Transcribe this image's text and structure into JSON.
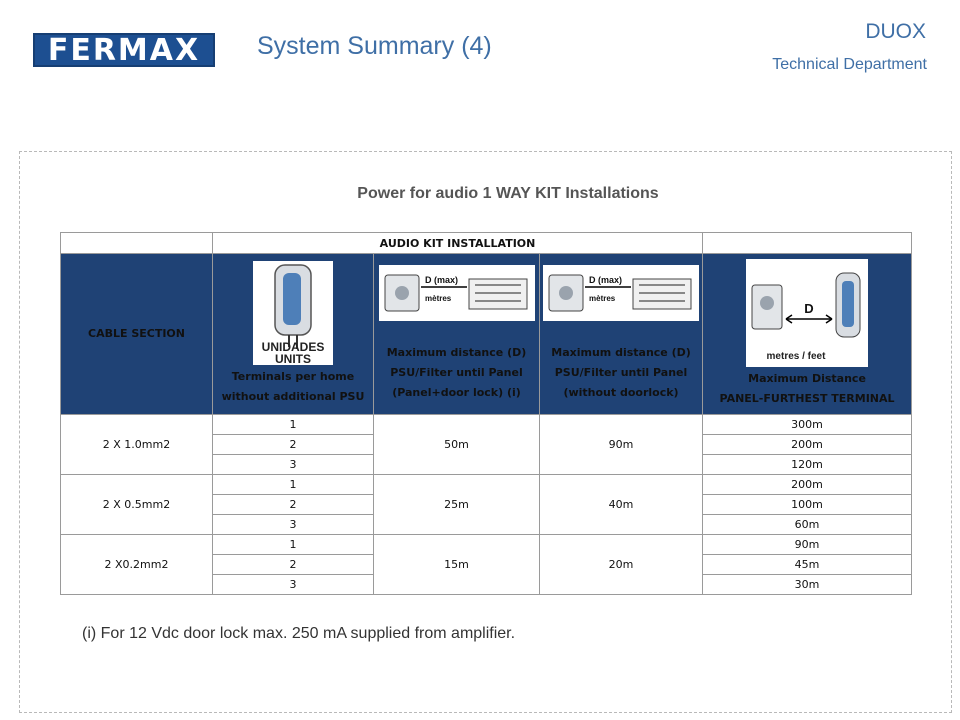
{
  "header": {
    "logo_text": "FERMAX",
    "title": "System Summary (4)",
    "brand": "DUOX",
    "department": "Technical Department"
  },
  "section_title": "Power for audio 1 WAY KIT Installations",
  "table": {
    "title": "AUDIO KIT INSTALLATION",
    "headers": {
      "cable_section": "CABLE SECTION",
      "terminals": [
        "Terminals per home",
        "without additional PSU"
      ],
      "units_image_text": [
        "UNIDADES",
        "UNITS"
      ],
      "panel_lock": [
        "Maximum distance (D)",
        "PSU/Filter until Panel",
        "(Panel+door lock) (i)"
      ],
      "panel_nolock": [
        "Maximum distance (D)",
        "PSU/Filter until Panel",
        "(without doorlock)"
      ],
      "max_distance": [
        "Maximum Distance",
        "PANEL-FURTHEST TERMINAL"
      ],
      "diagram_label_d": "D (max)",
      "diagram_label_unit": "mètres",
      "distance_image_d": "D",
      "distance_image_unit": "metres / feet"
    },
    "groups": [
      {
        "cable": "2 X 1.0mm2",
        "panel_lock": "50m",
        "panel_nolock": "90m",
        "rows": [
          {
            "terminals": "1",
            "max": "300m"
          },
          {
            "terminals": "2",
            "max": "200m"
          },
          {
            "terminals": "3",
            "max": "120m"
          }
        ]
      },
      {
        "cable": "2 X 0.5mm2",
        "panel_lock": "25m",
        "panel_nolock": "40m",
        "rows": [
          {
            "terminals": "1",
            "max": "200m"
          },
          {
            "terminals": "2",
            "max": "100m"
          },
          {
            "terminals": "3",
            "max": "60m"
          }
        ]
      },
      {
        "cable": "2 X0.2mm2",
        "panel_lock": "15m",
        "panel_nolock": "20m",
        "rows": [
          {
            "terminals": "1",
            "max": "90m"
          },
          {
            "terminals": "2",
            "max": "45m"
          },
          {
            "terminals": "3",
            "max": "30m"
          }
        ]
      }
    ]
  },
  "footnote": "(i) For 12 Vdc door lock max. 250 mA supplied from amplifier.",
  "colors": {
    "header_blue": "#1f4275",
    "title_red": "#e31a1a",
    "accent_blue": "#3f6fa6"
  }
}
